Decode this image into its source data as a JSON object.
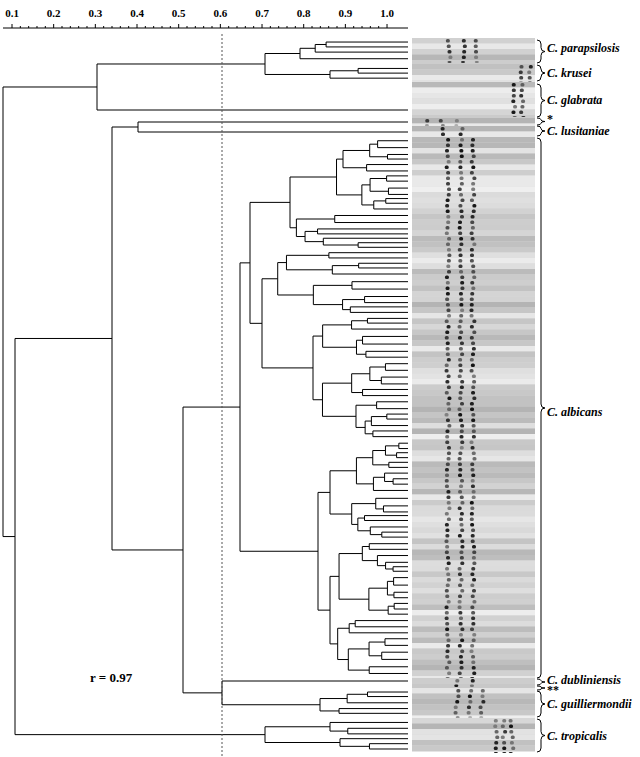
{
  "diagram": {
    "labels": [
      "0.1",
      "0.2",
      "0.3",
      "0.4",
      "0.5",
      "0.6",
      "0.7",
      "0.8",
      "0.9",
      "1.0",
      "C. parapsilosis",
      "C. krusei",
      "C. glabrata",
      "*",
      "C. lusitaniae",
      "C. albicans",
      "C. dubliniensis",
      "**",
      "C. guilliermondii",
      "C. tropicalis",
      "r = 0.97"
    ]
  }
}
